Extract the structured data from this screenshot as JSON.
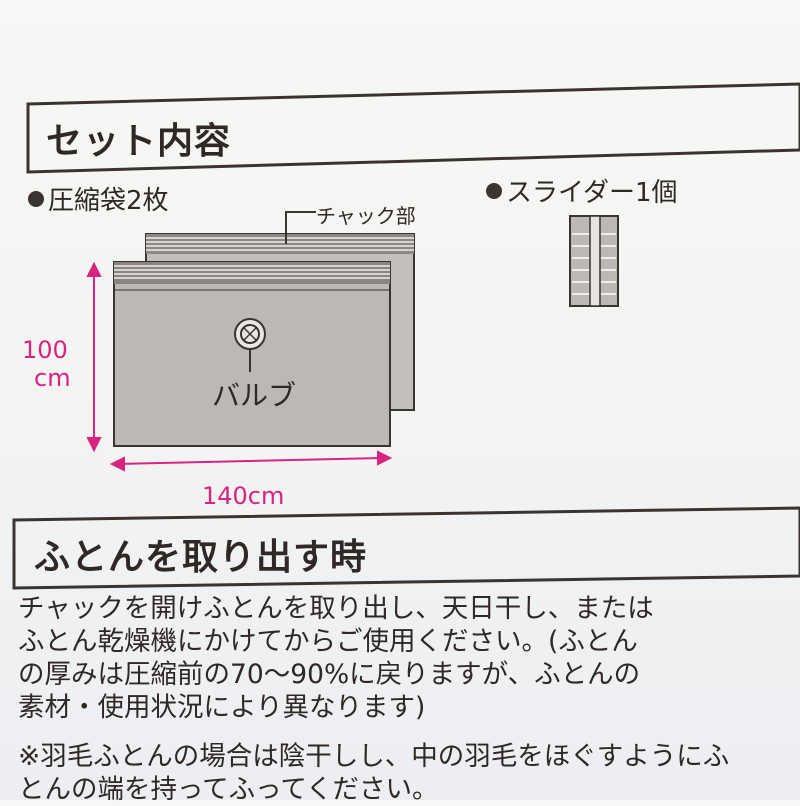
{
  "section1": {
    "title": "セット内容",
    "item_bag": "圧縮袋2枚",
    "item_slider": "スライダー1個",
    "zipper_label": "チャック部",
    "valve_label": "バルブ",
    "height_value": "100",
    "height_unit": "cm",
    "width_label": "140cm"
  },
  "section2": {
    "title": "ふとんを取り出す時",
    "lines": [
      "チャックを開けふとんを取り出し、天日干し、または",
      "ふとん乾燥機にかけてからご使用ください。(ふとん",
      "の厚みは圧縮前の70～90%に戻りますが、ふとんの",
      "素材・使用状況により異なります)"
    ],
    "note_lines": [
      "※羽毛ふとんの場合は陰干しし、中の羽毛をほぐすようにふ",
      "とんの端を持ってふってください。"
    ]
  },
  "colors": {
    "dimension": "#d6247f",
    "ink": "#3a3431",
    "bag_fill": "#b9b5b1"
  }
}
